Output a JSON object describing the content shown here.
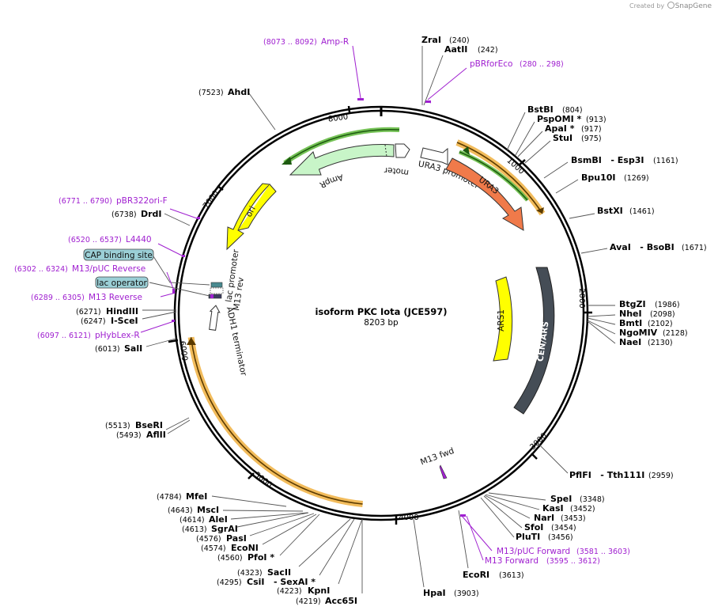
{
  "header": {
    "credit_prefix": "Created by",
    "credit_brand": "SnapGene"
  },
  "plasmid": {
    "name": "isoform PKC Iota (JCE597)",
    "size_label": "8203 bp",
    "length": 8203
  },
  "ticks": [
    "1000",
    "2000",
    "3000",
    "4000",
    "5000",
    "6000",
    "7000",
    "8000"
  ],
  "enzymes": [
    {
      "name": "ZraI",
      "pos": "(240)"
    },
    {
      "name": "AatII",
      "pos": "(242)"
    },
    {
      "name": "BstBI",
      "pos": "(804)"
    },
    {
      "name": "PspOMI *",
      "pos": "(913)"
    },
    {
      "name": "ApaI *",
      "pos": "(917)"
    },
    {
      "name": "StuI",
      "pos": "(975)"
    },
    {
      "name": "BsmBI   - Esp3I",
      "pos": "(1161)"
    },
    {
      "name": "Bpu10I",
      "pos": "(1269)"
    },
    {
      "name": "BstXI",
      "pos": "(1461)"
    },
    {
      "name": "AvaI   - BsoBI",
      "pos": "(1671)"
    },
    {
      "name": "BtgZI",
      "pos": "(1986)"
    },
    {
      "name": "NheI",
      "pos": "(2098)"
    },
    {
      "name": "BmtI",
      "pos": "(2102)"
    },
    {
      "name": "NgoMIV",
      "pos": "(2128)"
    },
    {
      "name": "NaeI",
      "pos": "(2130)"
    },
    {
      "name": "PflFI   - Tth111I",
      "pos": "(2959)"
    },
    {
      "name": "SpeI",
      "pos": "(3348)"
    },
    {
      "name": "KasI",
      "pos": "(3452)"
    },
    {
      "name": "NarI",
      "pos": "(3453)"
    },
    {
      "name": "SfoI",
      "pos": "(3454)"
    },
    {
      "name": "PluTI",
      "pos": "(3456)"
    },
    {
      "name": "EcoRI",
      "pos": "(3613)"
    },
    {
      "name": "HpaI",
      "pos": "(3903)"
    },
    {
      "name": "Acc65I",
      "pos": "(4219)"
    },
    {
      "name": "KpnI",
      "pos": "(4223)"
    },
    {
      "name": "CsiI   - SexAI *",
      "pos": "(4295)"
    },
    {
      "name": "SacII",
      "pos": "(4323)"
    },
    {
      "name": "PfoI *",
      "pos": "(4560)"
    },
    {
      "name": "EcoNI",
      "pos": "(4574)"
    },
    {
      "name": "PasI",
      "pos": "(4576)"
    },
    {
      "name": "SgrAI",
      "pos": "(4613)"
    },
    {
      "name": "AleI",
      "pos": "(4614)"
    },
    {
      "name": "MscI",
      "pos": "(4643)"
    },
    {
      "name": "MfeI",
      "pos": "(4784)"
    },
    {
      "name": "AflII",
      "pos": "(5493)"
    },
    {
      "name": "BseRI",
      "pos": "(5513)"
    },
    {
      "name": "SalI",
      "pos": "(6013)"
    },
    {
      "name": "I-SceI",
      "pos": "(6247)"
    },
    {
      "name": "HindIII",
      "pos": "(6271)"
    },
    {
      "name": "DrdI",
      "pos": "(6738)"
    },
    {
      "name": "AhdI",
      "pos": "(7523)"
    }
  ],
  "primers": [
    {
      "name": "Amp-R",
      "range": "(8073 .. 8092)"
    },
    {
      "name": "pBRforEco",
      "range": "(280 .. 298)"
    },
    {
      "name": "pBR322ori-F",
      "range": "(6771 .. 6790)"
    },
    {
      "name": "L4440",
      "range": "(6520 .. 6537)"
    },
    {
      "name": "M13/pUC Reverse",
      "range": "(6302 .. 6324)"
    },
    {
      "name": "M13 Reverse",
      "range": "(6289 .. 6305)"
    },
    {
      "name": "pHybLex-R",
      "range": "(6097 .. 6121)"
    },
    {
      "name": "M13/pUC Forward",
      "range": "(3581 .. 3603)"
    },
    {
      "name": "M13 Forward",
      "range": "(3595 .. 3612)"
    }
  ],
  "boxed_features": [
    {
      "name": "CAP binding site"
    },
    {
      "name": "lac operator"
    }
  ],
  "features": {
    "ampr": "AmpR",
    "ampr_promoter": "AmpR promoter",
    "ura3_promoter": "URA3 promoter",
    "ura3": "URA3",
    "ori": "ori",
    "ars1": "ARS1",
    "cen_ars": "CEN/ARS",
    "lac_promoter": "lac promoter",
    "m13_rev": "M13 rev",
    "adh1_terminator": "ADH1 terminator",
    "m13_fwd": "M13 fwd"
  },
  "colors": {
    "ampr": "#c8f5c8",
    "ura3": "#f07a4a",
    "ori": "#ffff00",
    "ars1": "#ffff00",
    "cen_ars": "#454d56",
    "orf_band": "#f0b040",
    "orf_green": "#66bb44",
    "primer": "#a020d0",
    "box_fill": "#9bcfd6"
  }
}
